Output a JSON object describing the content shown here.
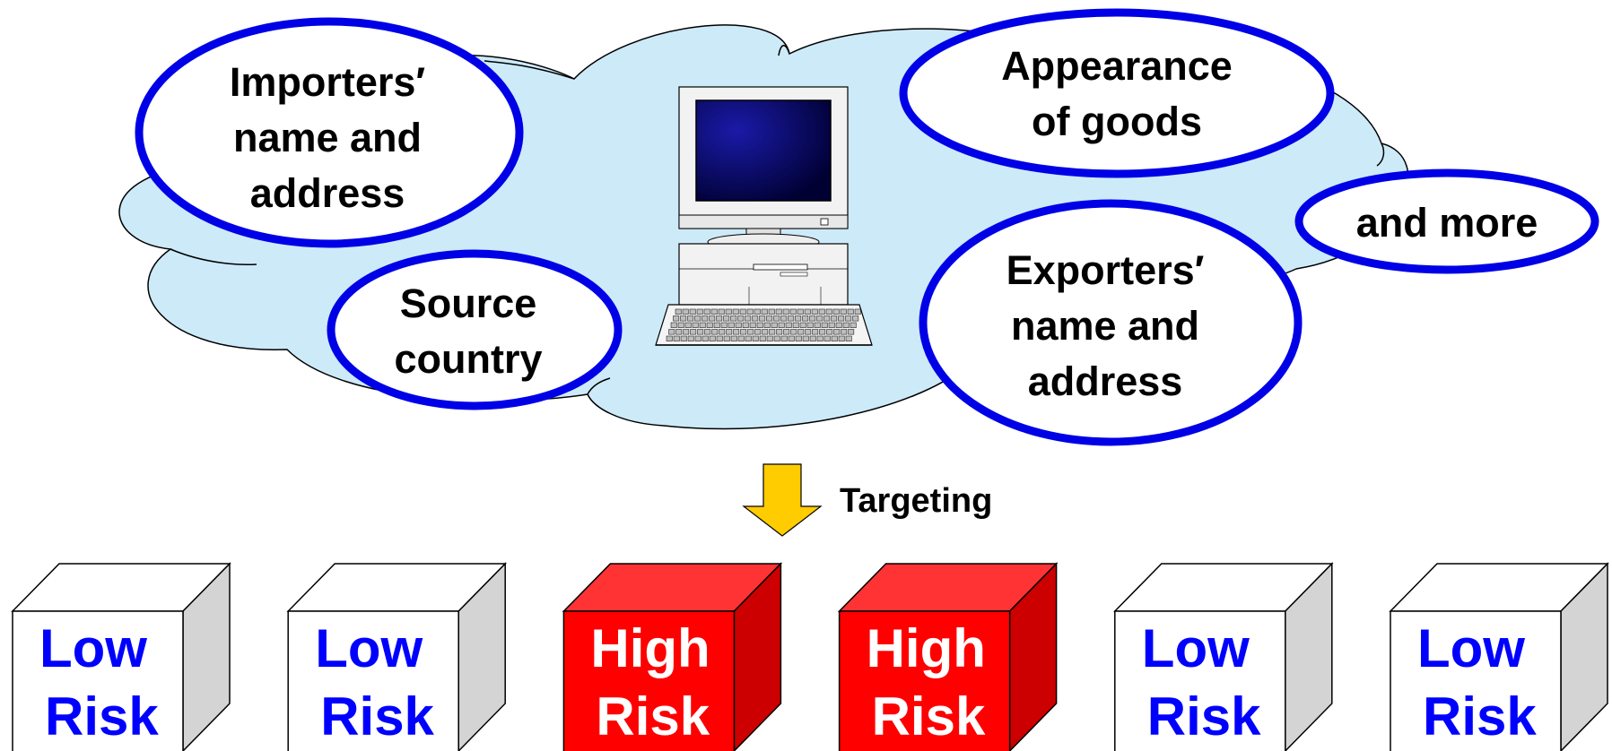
{
  "factors": {
    "importers": [
      "Importers′",
      "name and",
      "address"
    ],
    "appearance": [
      "Appearance",
      "of goods"
    ],
    "more": [
      "and more"
    ],
    "source": [
      "Source",
      "country"
    ],
    "exporters": [
      "Exporters′",
      "name and",
      "address"
    ]
  },
  "arrow_label": "Targeting",
  "containers": [
    {
      "line1": "Low",
      "line2": "Risk",
      "level": "low"
    },
    {
      "line1": "Low",
      "line2": "Risk",
      "level": "low"
    },
    {
      "line1": "High",
      "line2": "Risk",
      "level": "high"
    },
    {
      "line1": "High",
      "line2": "Risk",
      "level": "high"
    },
    {
      "line1": "Low",
      "line2": "Risk",
      "level": "low"
    },
    {
      "line1": "Low",
      "line2": "Risk",
      "level": "low"
    }
  ],
  "colors": {
    "cloud_fill": "#cdeaf9",
    "ellipse_stroke": "#0000e6",
    "arrow_fill": "#ffcc00",
    "low_text": "#0000ff",
    "high_front": "#ff0000",
    "high_top": "#ff3333",
    "high_side": "#cc0000",
    "low_side": "#d4d4d4"
  }
}
